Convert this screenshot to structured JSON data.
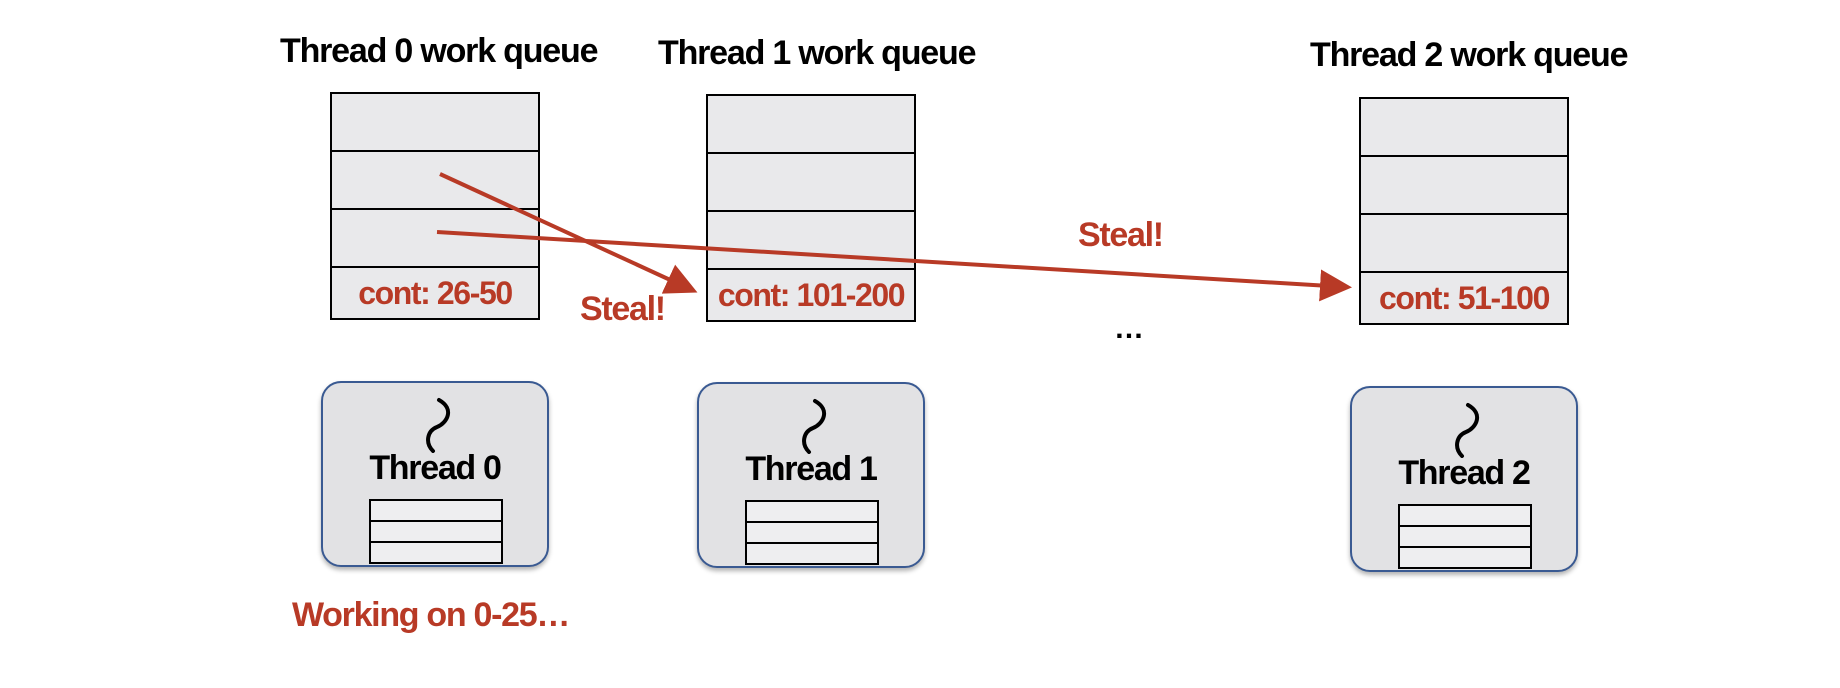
{
  "queues": [
    {
      "title": "Thread 0 work queue",
      "bottom_item": "cont: 26-50"
    },
    {
      "title": "Thread 1 work queue",
      "bottom_item": "cont: 101-200"
    },
    {
      "title": "Thread 2 work queue",
      "bottom_item": "cont: 51-100"
    }
  ],
  "threads": [
    {
      "name": "Thread 0"
    },
    {
      "name": "Thread 1"
    },
    {
      "name": "Thread 2"
    }
  ],
  "steal_labels": [
    "Steal!",
    "Steal!"
  ],
  "ellipsis": "…",
  "status": "Working on 0-25…",
  "colors": {
    "accent": "#b83a26",
    "box_border": "#3a5a92",
    "queue_fill": "#e9e9eb"
  }
}
